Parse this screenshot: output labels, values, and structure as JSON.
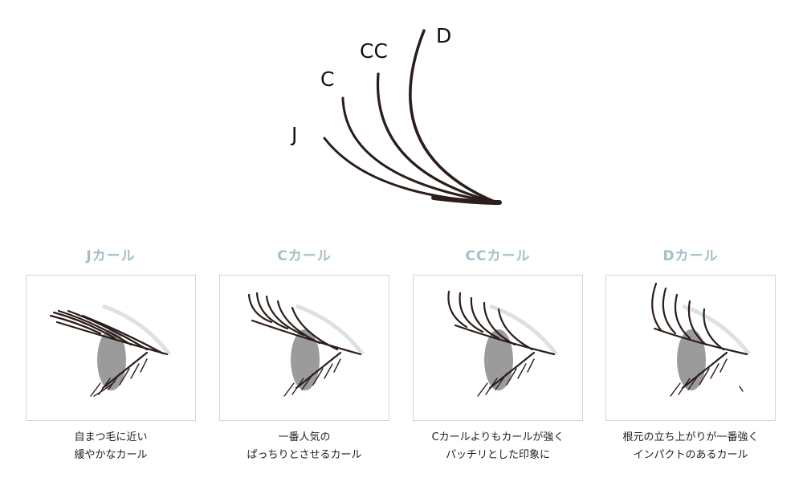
{
  "hero": {
    "labels": [
      "J",
      "C",
      "CC",
      "D"
    ]
  },
  "curls": [
    {
      "title": "Jカール",
      "line1": "自まつ毛に近い",
      "line2": "緩やかなカール"
    },
    {
      "title": "Cカール",
      "line1": "一番人気の",
      "line2": "ぱっちりとさせるカール"
    },
    {
      "title": "CCカール",
      "line1": "Cカールよりもカールが強く",
      "line2": "パッチリとした印象に"
    },
    {
      "title": "Dカール",
      "line1": "根元の立ち上がりが一番強く",
      "line2": "インパクトのあるカール"
    }
  ],
  "colors": {
    "title": "#a6bfc6",
    "lash": "#2b1d1a",
    "iris": "#9b9b9b",
    "panel_border": "#d4d4d4"
  }
}
